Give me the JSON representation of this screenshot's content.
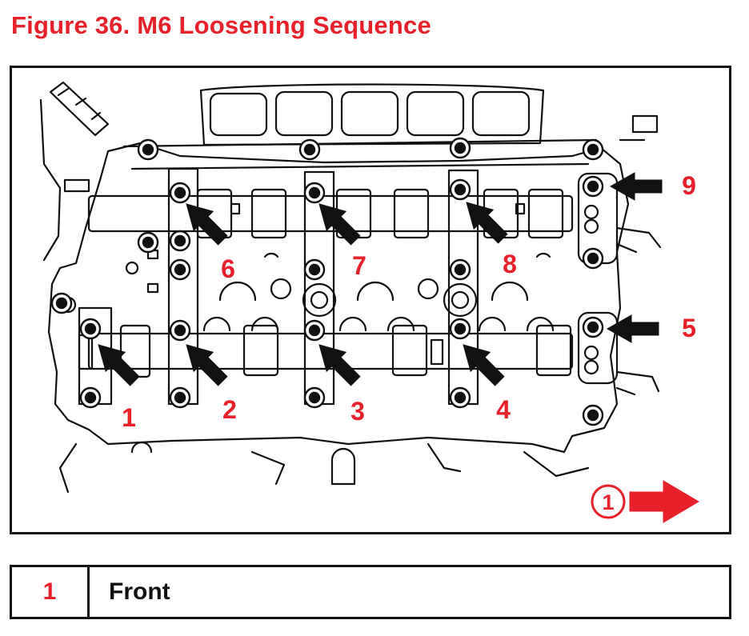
{
  "figure": {
    "title": "Figure 36.  M6 Loosening Sequence",
    "sequence_labels": [
      "1",
      "2",
      "3",
      "4",
      "5",
      "6",
      "7",
      "8",
      "9"
    ],
    "front_callout": "1",
    "colors": {
      "label": "#e8202a",
      "arrow": "#e8202a",
      "line": "#111111"
    }
  },
  "legend": {
    "rows": [
      {
        "key": "1",
        "description": "Front"
      }
    ]
  }
}
